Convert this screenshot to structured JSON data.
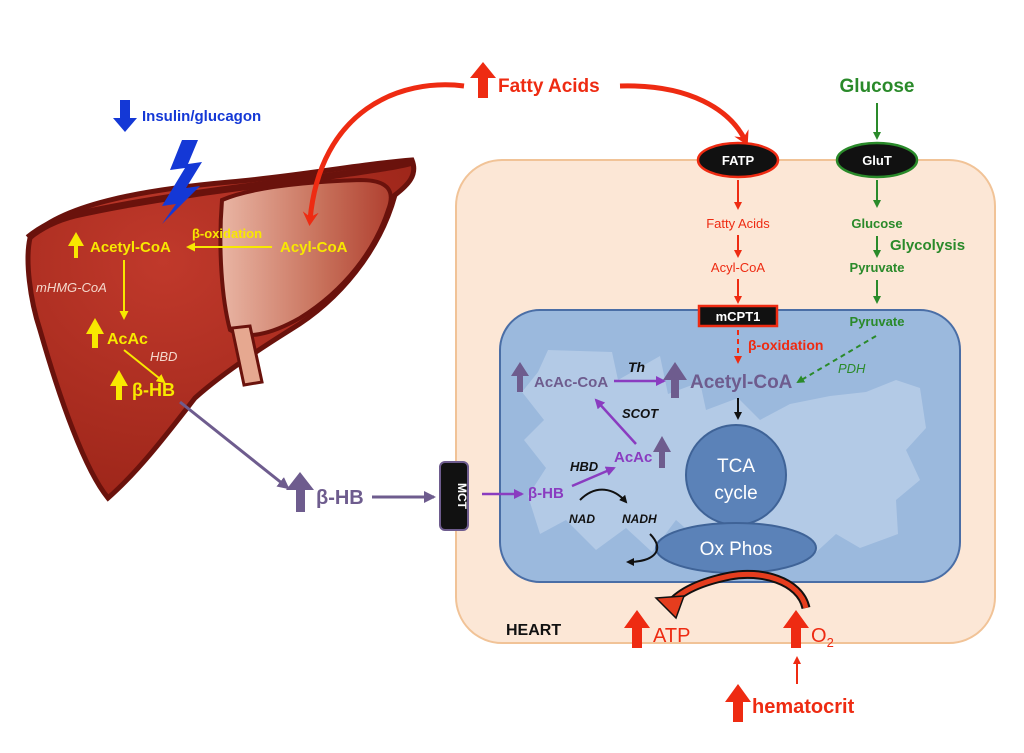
{
  "colors": {
    "liver_dark": "#6a120c",
    "liver_fill": "#a42a1e",
    "red": "#ee2b12",
    "green": "#2a8a2a",
    "purple": "#6e5c8e",
    "violet": "#8a3cc0",
    "blue": "#1438d6",
    "yellow": "#f8e800",
    "cell_fill": "#fce7d6",
    "cell_border": "#f1c397",
    "mito_fill": "#9bb9dd",
    "mito_border": "#4a6ea6",
    "tca_fill": "#5b82b8"
  },
  "liver": {
    "insulin_glucagon": "Insulin/glucagon",
    "acetyl_coa": "Acetyl-CoA",
    "beta_oxidation": "β-oxidation",
    "acyl_coa": "Acyl-CoA",
    "mhmg_coa": "mHMG-CoA",
    "acac": "AcAc",
    "hbd": "HBD",
    "beta_hb": "β-HB"
  },
  "circulation": {
    "fatty_acids": "Fatty Acids",
    "glucose": "Glucose",
    "beta_hb": "β-HB",
    "hematocrit": "hematocrit"
  },
  "heart": {
    "label": "HEART",
    "fatp": "FATP",
    "glut": "GluT",
    "fatty_acids": "Fatty Acids",
    "acyl_coa": "Acyl-CoA",
    "glucose": "Glucose",
    "glycolysis": "Glycolysis",
    "pyruvate_cyto": "Pyruvate",
    "mcpt1": "mCPT1",
    "pyruvate_mito": "Pyruvate",
    "beta_oxidation": "β-oxidation",
    "pdh": "PDH",
    "acac_coa": "AcAc-CoA",
    "th": "Th",
    "acetyl_coa": "Acetyl-CoA",
    "scot": "SCOT",
    "acac": "AcAc",
    "hbd": "HBD",
    "beta_hb": "β-HB",
    "nad": "NAD",
    "nadh": "NADH",
    "mct": "MCT",
    "tca_line1": "TCA",
    "tca_line2": "cycle",
    "oxphos": "Ox Phos",
    "atp": "ATP",
    "o2": "O",
    "o2_sub": "2"
  }
}
